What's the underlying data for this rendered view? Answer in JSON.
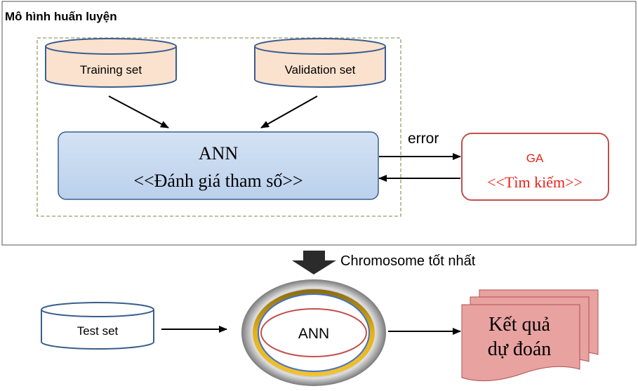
{
  "training_model": {
    "title": "Mô hình huấn luyện",
    "training_set": "Training set",
    "validation_set": "Validation set",
    "ann_title": "ANN",
    "ann_subtitle": "<<Đánh giá tham số>>",
    "error_label": "error",
    "ga_title": "GA",
    "ga_subtitle": "<<Tìm kiếm>>"
  },
  "prediction": {
    "best_chromosome_label": "Chromosome tốt nhất",
    "test_set": "Test set",
    "ann_label": "ANN",
    "result_line1": "Kết quả",
    "result_line2": "dự đoán"
  },
  "colors": {
    "cylinder_fill": "#FBE2CF",
    "cylinder_stroke": "#3A5E8C",
    "ann_fill": "#C7DAF0",
    "ga_stroke": "#C0504D",
    "ga_text": "#E8231B",
    "ring_outer": "#9A9A9A",
    "ring_gold": "#D9A51A",
    "inner_blue": "#4472C4",
    "inner_red": "#C0504D",
    "doc_fill": "#E8A2A0",
    "dashed_border": "#9A9A6A"
  }
}
